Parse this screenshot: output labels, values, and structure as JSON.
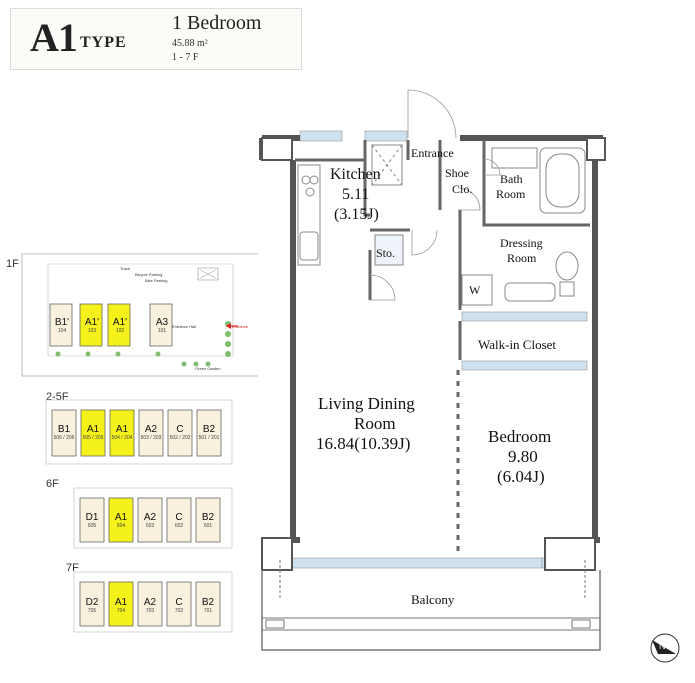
{
  "header": {
    "type_code": "A1",
    "type_word": "TYPE",
    "title": "1 Bedroom",
    "area": "45.88 m²",
    "floors": "1 - 7 F"
  },
  "rooms": {
    "entrance": "Entrance",
    "kitchen_name": "Kitchen",
    "kitchen_area": "5.11",
    "kitchen_tatami": "(3.15J)",
    "shoe_closet_1": "Shoe",
    "shoe_closet_2": "Clo.",
    "bath_1": "Bath",
    "bath_2": "Room",
    "dressing_1": "Dressing",
    "dressing_2": "Room",
    "storage": "Sto.",
    "washer": "W",
    "walkin_closet": "Walk-in Closet",
    "living_1": "Living Dining",
    "living_2": "Room",
    "living_area": "16.84(10.39J)",
    "bedroom_name": "Bedroom",
    "bedroom_area": "9.80",
    "bedroom_tatami": "(6.04J)",
    "balcony": "Balcony"
  },
  "key_plans": {
    "floor_1": {
      "label": "1F",
      "units": [
        {
          "code": "B1'",
          "num": "104",
          "hl": false
        },
        {
          "code": "A1'",
          "num": "103",
          "hl": true
        },
        {
          "code": "A1'",
          "num": "102",
          "hl": true
        },
        {
          "code": "A3",
          "num": "101",
          "hl": false
        }
      ],
      "notes": [
        "Trash",
        "Bicycle Parking",
        "Bike Parking",
        "Entrance Hall",
        "Entrance",
        "Green Garden"
      ]
    },
    "floor_2_5": {
      "label": "2-5F",
      "units": [
        {
          "code": "B1",
          "num": "506 / 206",
          "hl": false
        },
        {
          "code": "A1",
          "num": "505 / 205",
          "hl": true
        },
        {
          "code": "A1",
          "num": "504 / 204",
          "hl": true
        },
        {
          "code": "A2",
          "num": "503 / 203",
          "hl": false
        },
        {
          "code": "C",
          "num": "502 / 202",
          "hl": false
        },
        {
          "code": "B2",
          "num": "501 / 201",
          "hl": false
        }
      ]
    },
    "floor_6": {
      "label": "6F",
      "units": [
        {
          "code": "D1",
          "num": "605",
          "hl": false
        },
        {
          "code": "A1",
          "num": "604",
          "hl": true
        },
        {
          "code": "A2",
          "num": "603",
          "hl": false
        },
        {
          "code": "C",
          "num": "602",
          "hl": false
        },
        {
          "code": "B2",
          "num": "601",
          "hl": false
        }
      ]
    },
    "floor_7": {
      "label": "7F",
      "units": [
        {
          "code": "D2",
          "num": "705",
          "hl": false
        },
        {
          "code": "A1",
          "num": "704",
          "hl": true
        },
        {
          "code": "A2",
          "num": "703",
          "hl": false
        },
        {
          "code": "C",
          "num": "702",
          "hl": false
        },
        {
          "code": "B2",
          "num": "701",
          "hl": false
        }
      ]
    }
  },
  "compass": {
    "label": "N"
  },
  "colors": {
    "highlight": "#f4f21a",
    "unit_fill": "#f7f1de",
    "wall": "#555555",
    "window": "#cfe0ee"
  }
}
